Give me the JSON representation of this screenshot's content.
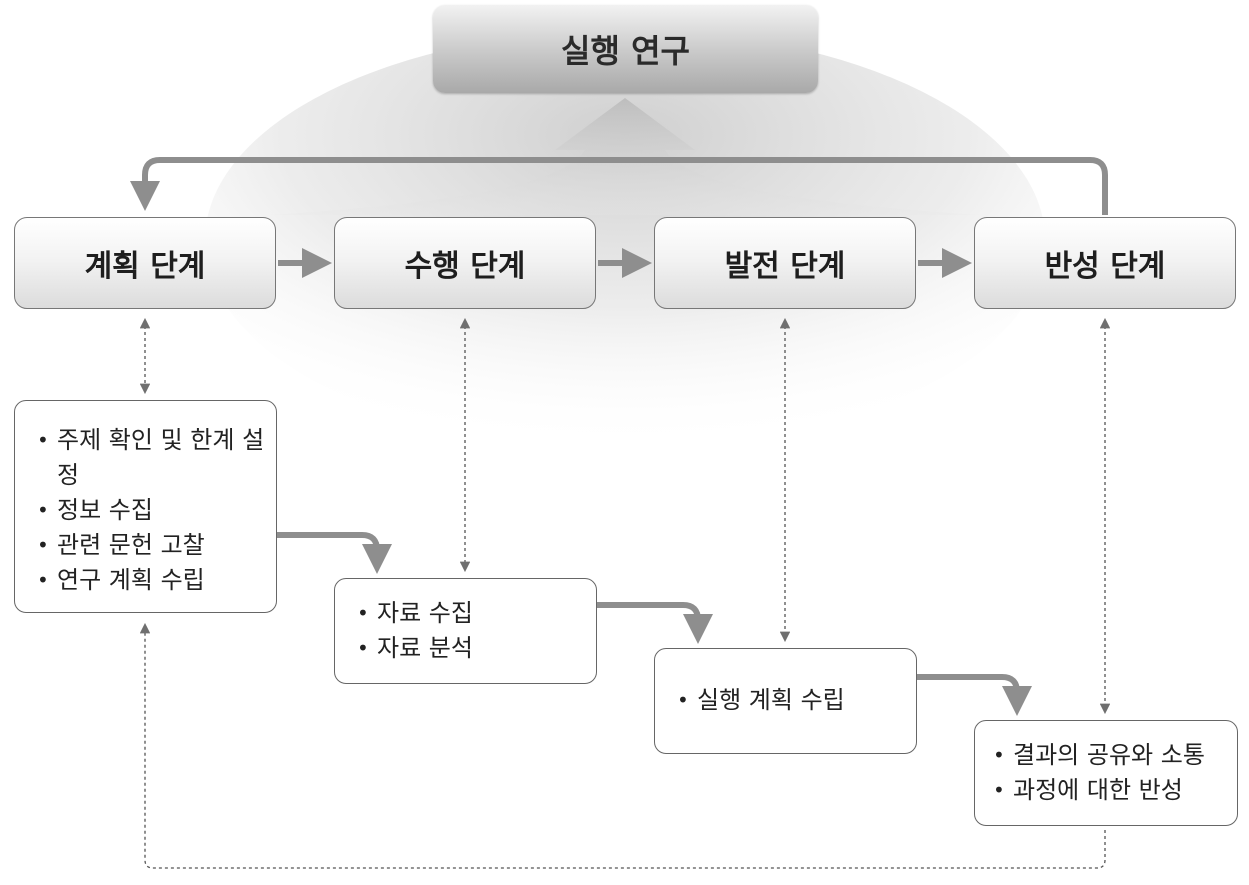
{
  "title": "실행 연구",
  "stages": [
    {
      "label": "계획 단계"
    },
    {
      "label": "수행 단계"
    },
    {
      "label": "발전 단계"
    },
    {
      "label": "반성 단계"
    }
  ],
  "details": [
    {
      "items": [
        "주제 확인 및 한계 설정",
        "정보 수집",
        "관련 문헌 고찰",
        "연구 계획 수립"
      ]
    },
    {
      "items": [
        "자료 수집",
        "자료 분석"
      ]
    },
    {
      "items": [
        "실행 계획 수립"
      ]
    },
    {
      "items": [
        "결과의 공유와 소통",
        "과정에 대한 반성"
      ]
    }
  ],
  "colors": {
    "arrow": "#8e8e8e",
    "box_border": "#777777",
    "text": "#222222"
  }
}
